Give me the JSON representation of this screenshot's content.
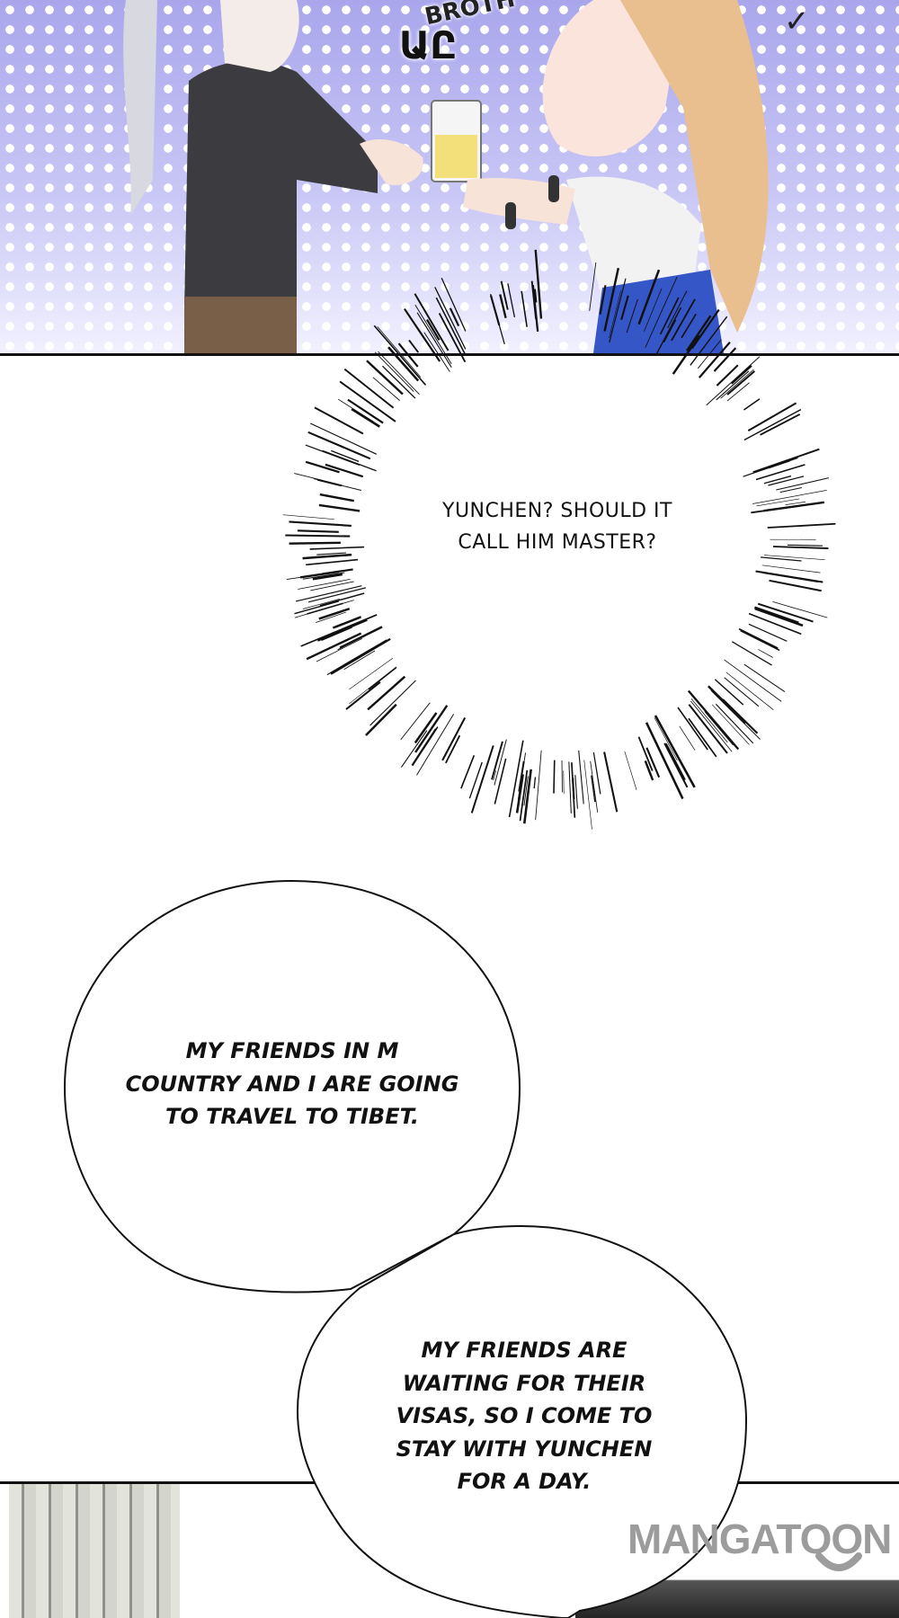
{
  "top_panel": {
    "sfx_brother": "BROTH",
    "sfx_sound": "ԱԸ",
    "sfx_check": "✓"
  },
  "burst": {
    "lines": [
      "YUNCHEN? SHOULD IT",
      "CALL HIM MASTER?"
    ]
  },
  "bubble1": {
    "lines": [
      "MY FRIENDS IN M",
      "COUNTRY AND I ARE GOING",
      "TO TRAVEL TO TIBET."
    ]
  },
  "bubble2": {
    "lines": [
      "MY FRIENDS ARE",
      "WAITING FOR THEIR",
      "VISAS, SO I COME TO",
      "STAY WITH YUNCHEN",
      "FOR A DAY."
    ]
  },
  "watermark": "MANGATOON"
}
